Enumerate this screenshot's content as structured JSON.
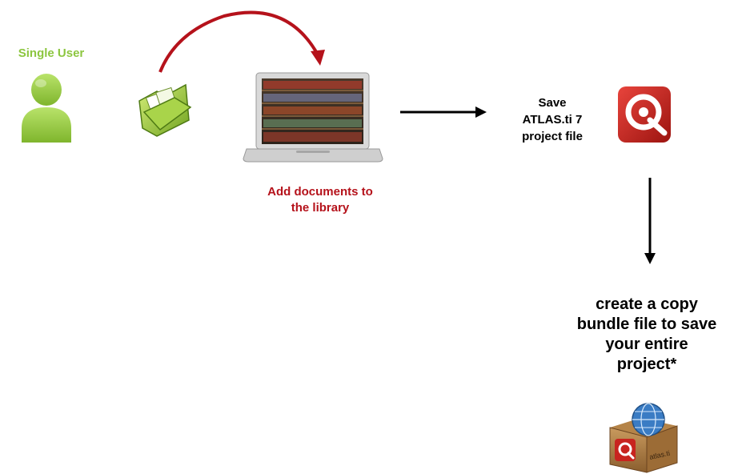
{
  "single_user_label": "Single User",
  "add_documents_label": [
    "Add documents to",
    "the library"
  ],
  "save_label": [
    "Save",
    "ATLAS.ti 7",
    "project file"
  ],
  "bundle_label": [
    "create a copy",
    "bundle file to save",
    "your entire",
    "project*"
  ],
  "box_brand_text": "atlas.ti",
  "colors": {
    "user_green": "#8cc63f",
    "curve_red": "#b5121b",
    "atlas_red": "#c8241f",
    "arrow_black": "#000000"
  },
  "icons": {
    "user": "user-silhouette-icon",
    "folder": "folder-documents-icon",
    "laptop": "laptop-library-icon",
    "atlas_logo": "atlas-ti-logo-icon",
    "bundle_box": "bundle-box-icon"
  }
}
